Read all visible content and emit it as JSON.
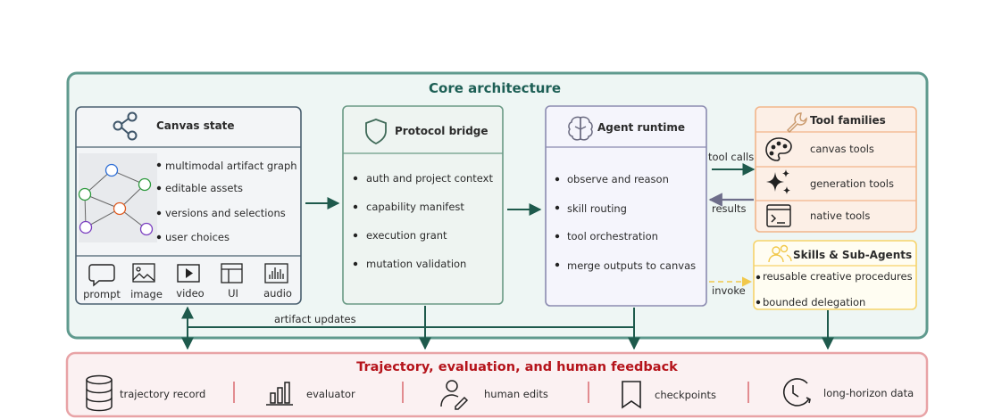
{
  "core": {
    "title": "Core architecture"
  },
  "canvas": {
    "title": "Canvas state",
    "bullets": [
      "multimodal artifact graph",
      "editable assets",
      "versions and selections",
      "user choices"
    ],
    "modalities": [
      "prompt",
      "image",
      "video",
      "UI",
      "audio"
    ]
  },
  "protocol": {
    "title": "Protocol bridge",
    "bullets": [
      "auth and project context",
      "capability manifest",
      "execution grant",
      "mutation validation"
    ]
  },
  "agent": {
    "title": "Agent runtime",
    "bullets": [
      "observe and reason",
      "skill routing",
      "tool orchestration",
      "merge outputs to canvas"
    ]
  },
  "tools": {
    "title": "Tool families",
    "items": [
      "canvas tools",
      "generation tools",
      "native tools"
    ]
  },
  "skills": {
    "title": "Skills & Sub-Agents",
    "items": [
      "reusable creative procedures",
      "bounded delegation"
    ]
  },
  "labels": {
    "tool_calls": "tool calls",
    "results": "results",
    "invoke": "invoke",
    "artifact_updates": "artifact updates"
  },
  "feedback": {
    "title": "Trajectory, evaluation, and human feedback",
    "items": [
      "trajectory record",
      "evaluator",
      "human edits",
      "checkpoints",
      "long-horizon data"
    ]
  },
  "colors": {
    "core_border": "#5f9a8e",
    "core_fill": "#eef6f4",
    "arrow": "#1e5a4c",
    "tools_border": "#f2b58a",
    "tools_fill": "#fcefe6",
    "skills_border": "#f6d36a",
    "feedback_border": "#e8a3a6",
    "feedback_fill": "#fbf1f2",
    "feedback_title": "#b5141b"
  }
}
